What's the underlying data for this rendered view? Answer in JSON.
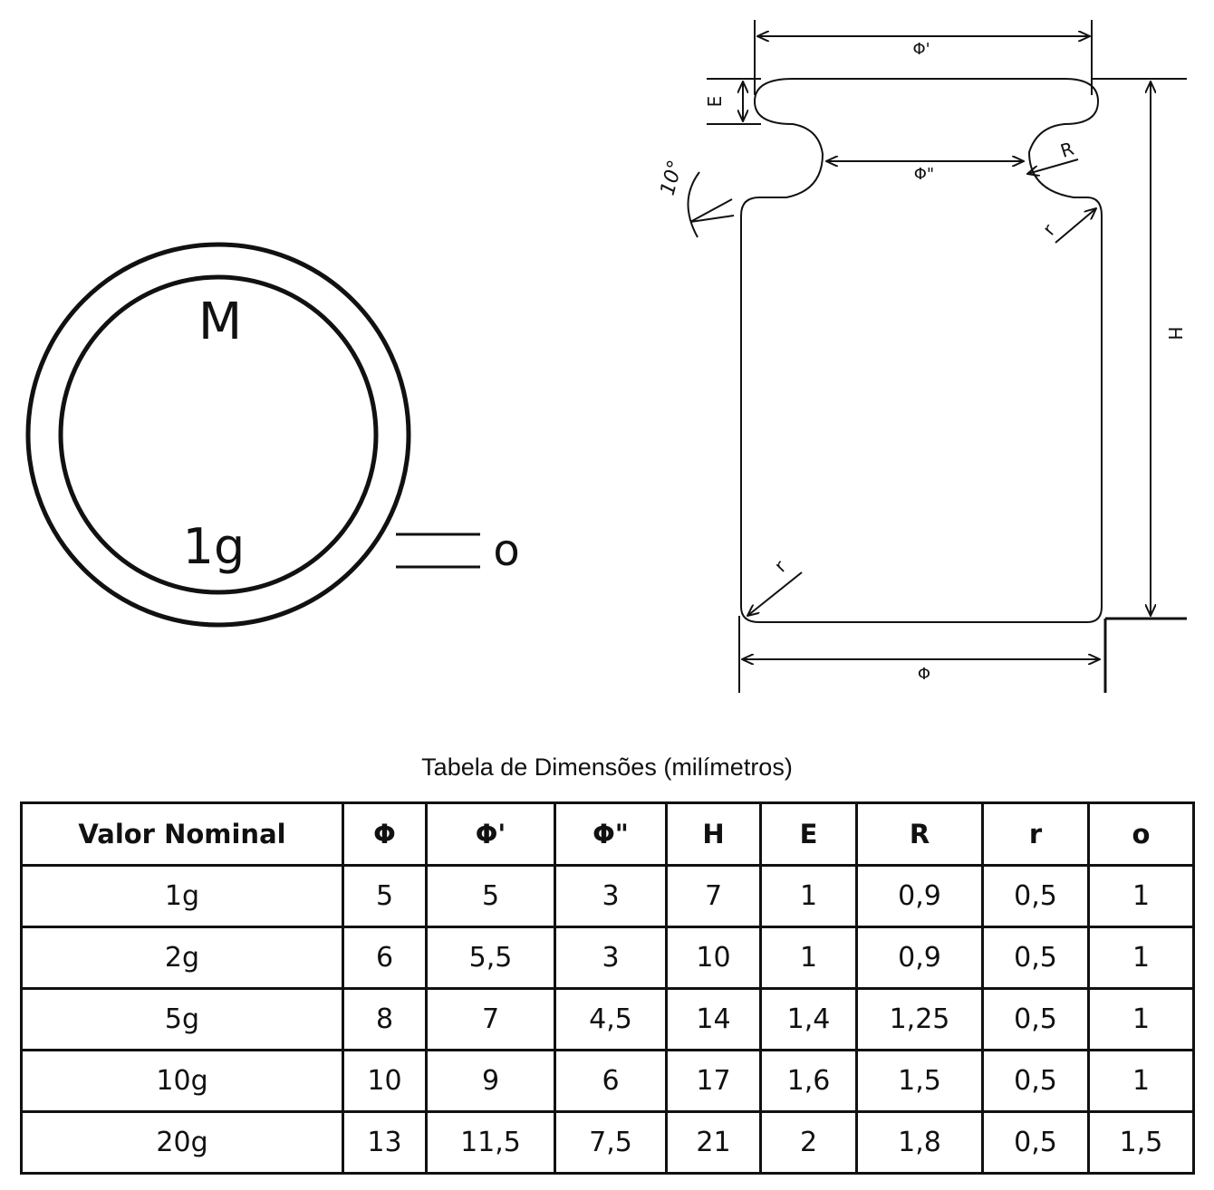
{
  "marking": {
    "letter": "M",
    "value": "1g",
    "o_label": "o"
  },
  "drawing_labels": {
    "phi_prime": "Φ'",
    "phi_double": "Φ\"",
    "phi": "Φ",
    "E": "E",
    "R": "R",
    "r_top": "r",
    "r_bottom": "r",
    "H": "H",
    "angle": "10°"
  },
  "table": {
    "title": "Tabela de Dimensões (milímetros)",
    "headers": [
      "Valor Nominal",
      "Φ",
      "Φ'",
      "Φ\"",
      "H",
      "E",
      "R",
      "r",
      "o"
    ],
    "rows": [
      [
        "1g",
        "5",
        "5",
        "3",
        "7",
        "1",
        "0,9",
        "0,5",
        "1"
      ],
      [
        "2g",
        "6",
        "5,5",
        "3",
        "10",
        "1",
        "0,9",
        "0,5",
        "1"
      ],
      [
        "5g",
        "8",
        "7",
        "4,5",
        "14",
        "1,4",
        "1,25",
        "0,5",
        "1"
      ],
      [
        "10g",
        "10",
        "9",
        "6",
        "17",
        "1,6",
        "1,5",
        "0,5",
        "1"
      ],
      [
        "20g",
        "13",
        "11,5",
        "7,5",
        "21",
        "2",
        "1,8",
        "0,5",
        "1,5"
      ]
    ]
  }
}
